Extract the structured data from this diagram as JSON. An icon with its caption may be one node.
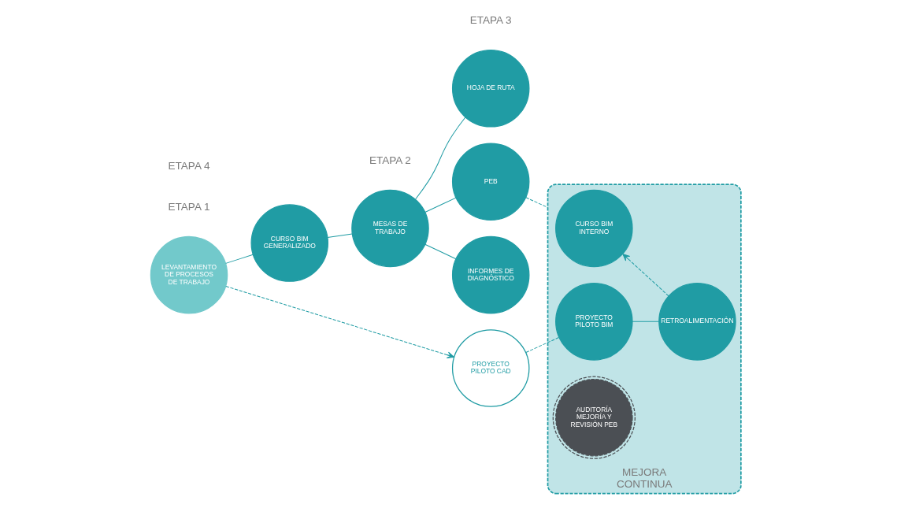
{
  "diagram": {
    "nodes": [
      {
        "text": [
          "LEVANTAMIENTO DE PROCESOS DE TRABAJO"
        ]
      },
      {
        "text": [
          "CURSO BIM GENERALIZADO"
        ]
      },
      {
        "text": [
          "HOJA DE RUTA"
        ]
      },
      {
        "text": [
          "PROYECTO PILOTO CAD"
        ]
      },
      {
        "text": [
          "MESAS DE TRABAJO"
        ]
      },
      {
        "text": [
          "PEB"
        ]
      },
      {
        "text": [
          "MEJORA CONTINUA"
        ]
      },
      {
        "text": [
          "CURSO BIM INTERNO"
        ],
        "in": 6
      },
      {
        "text": [
          "PROYECTO PILOTO BIM"
        ],
        "in": 6
      },
      {
        "text": [
          "AUDITORÍA MEJORÍA Y REVISIÓN PEB"
        ],
        "in": 6
      },
      {
        "text": [
          "RETROALIMENTACIÓN"
        ],
        "in": 6
      },
      {
        "text": [
          "INFORMES DE DIAGNÓSTICO"
        ]
      }
    ],
    "edges": [
      {
        "from": 0,
        "to": 1,
        "arrow": "none"
      },
      {
        "from": 0,
        "to": 3,
        "arrow": "to",
        "style": "dashed"
      },
      {
        "from": 1,
        "to": 4,
        "arrow": "none"
      },
      {
        "from": 4,
        "to": 2,
        "arrow": "none"
      },
      {
        "from": 4,
        "to": 5,
        "arrow": "none"
      },
      {
        "from": 4,
        "to": 11,
        "arrow": "none"
      },
      {
        "from": 5,
        "to": 6,
        "arrow": "none",
        "style": "dashed"
      },
      {
        "from": 3,
        "to": 8,
        "arrow": "none",
        "style": "dashed"
      },
      {
        "from": 8,
        "to": 10,
        "arrow": "none"
      },
      {
        "from": 10,
        "to": 7,
        "arrow": "to",
        "style": "dashed"
      }
    ],
    "labels": [
      "ETAPA 1",
      "ETAPA 2",
      "ETAPA 3",
      "ETAPA 4"
    ]
  }
}
